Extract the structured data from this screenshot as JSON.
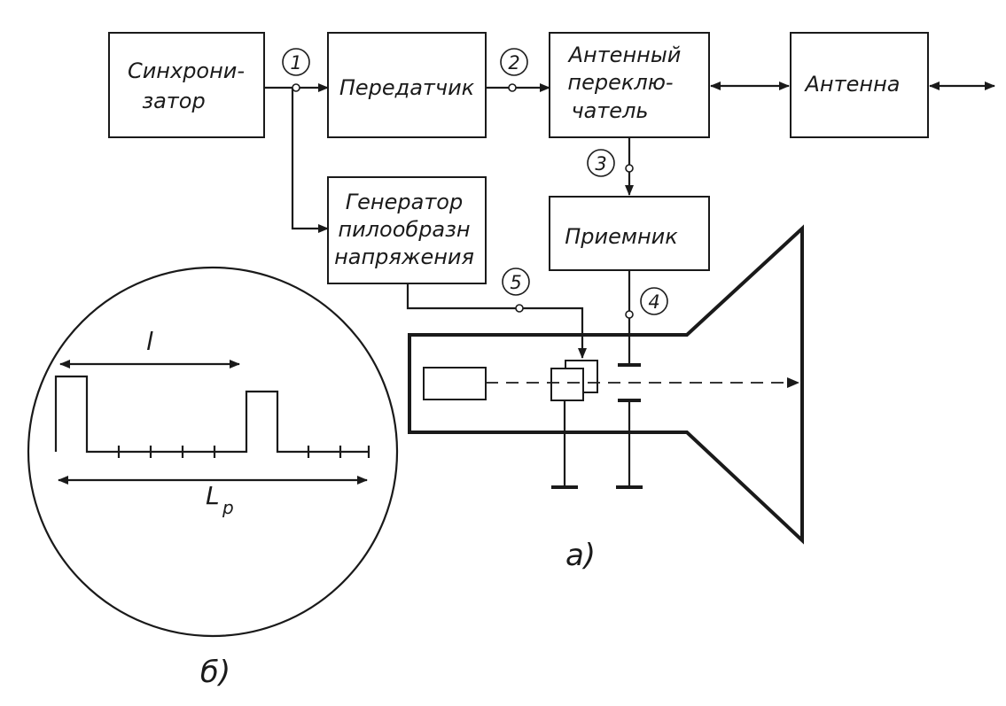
{
  "blocks": {
    "synchronizer": [
      "Синхрони-",
      "затор"
    ],
    "transmitter": "Передатчик",
    "duplexer": [
      "Антенный",
      "переклю-",
      "чатель"
    ],
    "antenna": "Антенна",
    "sawtooth_generator": [
      "Генератор",
      "пилообразн",
      "напряжения"
    ],
    "receiver": "Приемник"
  },
  "points": [
    "1",
    "2",
    "3",
    "4",
    "5"
  ],
  "scope_display": {
    "pulse_label": "l",
    "range_label": "Lp",
    "range_label_main": "L",
    "range_label_sub": "p"
  },
  "captions": {
    "a": "а)",
    "b": "б)"
  }
}
